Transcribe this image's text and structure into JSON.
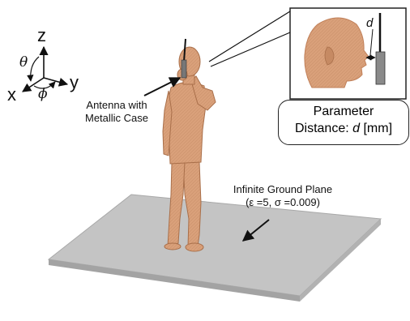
{
  "axes": {
    "z_label": "z",
    "x_label": "x",
    "y_label": "y",
    "theta_label": "θ",
    "phi_label": "ϕ"
  },
  "antenna_label": [
    "Antenna with",
    "Metallic Case"
  ],
  "ground_label": [
    "Infinite Ground Plane",
    "(ε =5, σ =0.009)"
  ],
  "parameter": {
    "title": "Parameter",
    "distance_prefix": "Distance: ",
    "distance_var": "d",
    "distance_unit": " [mm]"
  },
  "inset_d_label": "d",
  "colors": {
    "skin": "#d9a07a",
    "skin_dark": "#b77d58",
    "ground": "#c4c4c4",
    "ground_edge": "#9a9a9a",
    "antenna": "#8a8a8a"
  }
}
